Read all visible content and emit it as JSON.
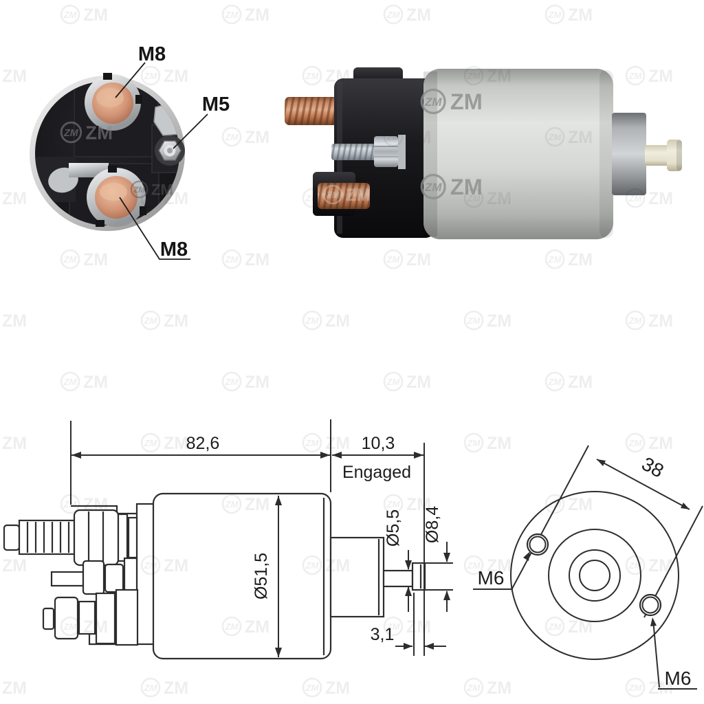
{
  "watermark": {
    "text": "ZM"
  },
  "end_view": {
    "label_top": "M8",
    "label_right": "M5",
    "label_bottom": "M8"
  },
  "side_drawing": {
    "overall_length": "82,6",
    "plunger_travel": "10,3",
    "travel_state": "Engaged",
    "body_diameter": "Ø51,5",
    "pin_diameter": "Ø5,5",
    "head_diameter": "Ø8,4",
    "head_thickness": "3,1"
  },
  "front_drawing": {
    "hole_spacing": "38",
    "hole_left_label": "M6",
    "hole_right_label": "M6"
  },
  "colors": {
    "copper": "#c88a66",
    "steel": "#d6d8d5",
    "line": "#2d2d2d",
    "label": "#1b1b1b"
  }
}
